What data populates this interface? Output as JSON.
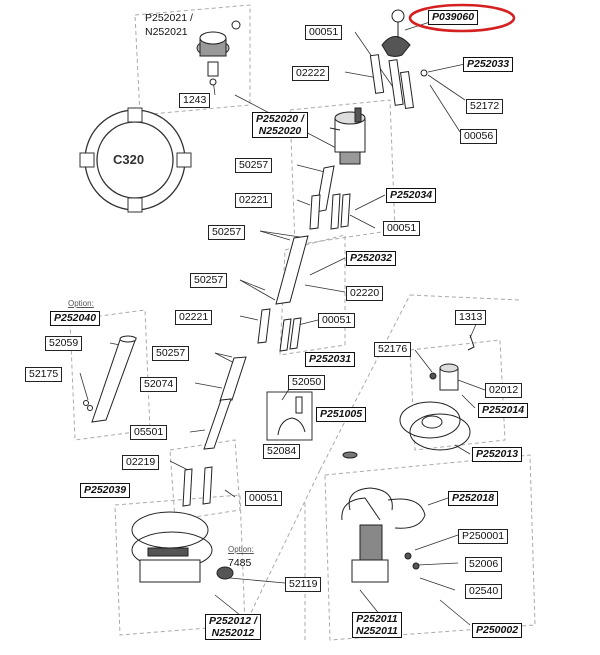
{
  "labels": {
    "p039060": "P039060",
    "n00051_a": "00051",
    "p252033": "P252033",
    "n02222": "02222",
    "n52172": "52172",
    "n00056": "00056",
    "p252021": "P252021 /",
    "n252021": "N252021",
    "n1243": "1243",
    "p252020": "P252020 /",
    "n252020": "N252020",
    "c320": "C320",
    "n50257_a": "50257",
    "n02221_a": "02221",
    "p252034": "P252034",
    "n00051_b": "00051",
    "n50257_b": "50257",
    "p252032": "P252032",
    "n50257_c": "50257",
    "n02220": "02220",
    "option_a": "Option:",
    "p252040": "P252040",
    "n02221_b": "02221",
    "n00051_c": "00051",
    "n1313": "1313",
    "n52059": "52059",
    "n50257_d": "50257",
    "p252031": "P252031",
    "n52176": "52176",
    "n52175": "52175",
    "n52074": "52074",
    "n52050": "52050",
    "n02012": "02012",
    "p251005": "P251005",
    "p252014": "P252014",
    "n05501": "05501",
    "n52084": "52084",
    "p252013": "P252013",
    "n02219": "02219",
    "p252039": "P252039",
    "n00051_d": "00051",
    "p252018": "P252018",
    "p250001": "P250001",
    "option_b": "Option:",
    "n7485": "7485",
    "n52006": "52006",
    "n52119": "52119",
    "n02540": "02540",
    "p252012": "P252012 /",
    "n252012": "N252012",
    "p252011": "P252011",
    "n252011": "N252011",
    "p250002": "P250002"
  },
  "colors": {
    "highlight": "#d42020",
    "ink": "#222222",
    "part_fill": "#ffffff",
    "part_shade": "#9a9a9a",
    "dark_part": "#555555"
  },
  "highlighted_part": "P039060"
}
